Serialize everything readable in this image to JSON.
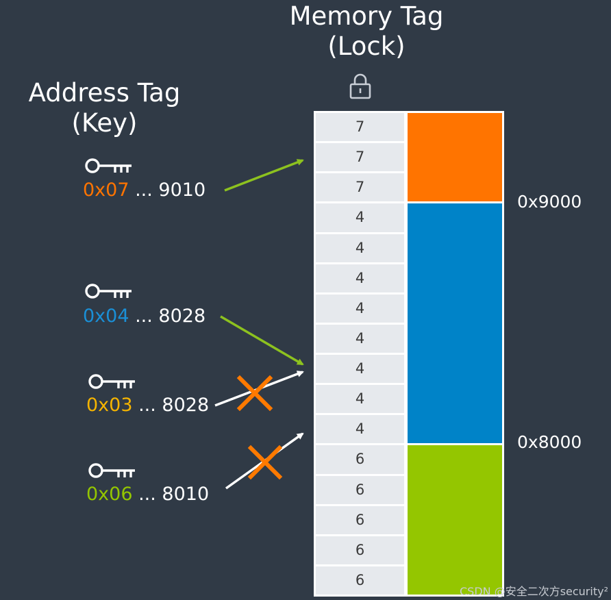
{
  "memory_title": {
    "line1": "Memory Tag",
    "line2": "(Lock)"
  },
  "address_title": {
    "line1": "Address Tag",
    "line2": "(Key)"
  },
  "lock_icon": "lock-icon",
  "key_icon": "key-icon",
  "colors": {
    "background": "#303a46",
    "orange": "#ff7400",
    "blue": "#0083c8",
    "green": "#94c600",
    "yellow": "#f5b400",
    "arrow_green": "#8dc21f",
    "cross": "#ff7a00",
    "cell": "#e6e9ed"
  },
  "addresses": [
    {
      "tag": "0x07",
      "rest": " ... 9010",
      "tag_color": "#ff7400",
      "arrow": "valid"
    },
    {
      "tag": "0x04",
      "rest": " ... 8028",
      "tag_color": "#1a8fd6",
      "arrow": "valid"
    },
    {
      "tag": "0x03",
      "rest": " ... 8028",
      "tag_color": "#f5b400",
      "arrow": "invalid"
    },
    {
      "tag": "0x06",
      "rest": " ... 8010",
      "tag_color": "#94c600",
      "arrow": "invalid"
    }
  ],
  "memory_tags": [
    "7",
    "7",
    "7",
    "4",
    "4",
    "4",
    "4",
    "4",
    "4",
    "4",
    "4",
    "6",
    "6",
    "6",
    "6",
    "6"
  ],
  "memory_blocks": [
    {
      "color": "#ff7400",
      "granules": 3
    },
    {
      "color": "#0083c8",
      "granules": 8
    },
    {
      "color": "#94c600",
      "granules": 5
    }
  ],
  "boundaries": {
    "upper": "0x9000",
    "lower": "0x8000"
  },
  "watermark": "CSDN @安全二次方security²"
}
